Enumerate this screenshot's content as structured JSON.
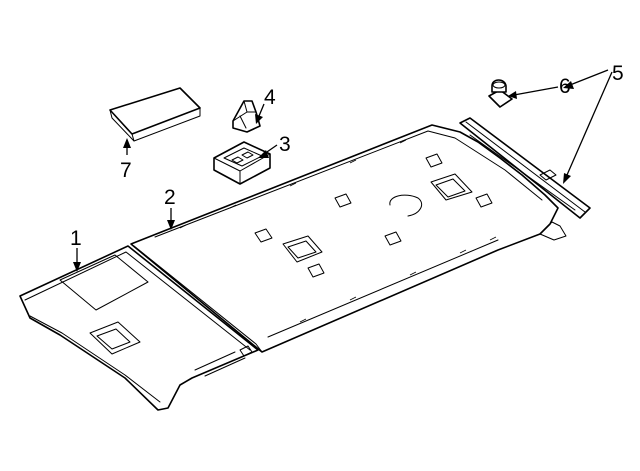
{
  "callouts": [
    {
      "id": "1",
      "label": "1"
    },
    {
      "id": "2",
      "label": "2"
    },
    {
      "id": "3",
      "label": "3"
    },
    {
      "id": "4",
      "label": "4"
    },
    {
      "id": "5",
      "label": "5"
    },
    {
      "id": "6",
      "label": "6"
    },
    {
      "id": "7",
      "label": "7"
    }
  ],
  "parts": [
    {
      "callout": "1",
      "icon": "front-headliner-panel"
    },
    {
      "callout": "2",
      "icon": "main-headliner-panel"
    },
    {
      "callout": "3",
      "icon": "overhead-console-bracket"
    },
    {
      "callout": "4",
      "icon": "retainer-clip"
    },
    {
      "callout": "5",
      "icon": "rear-trim-strip"
    },
    {
      "callout": "6",
      "icon": "push-pin-fastener"
    },
    {
      "callout": "7",
      "icon": "sun-visor-pad"
    }
  ]
}
